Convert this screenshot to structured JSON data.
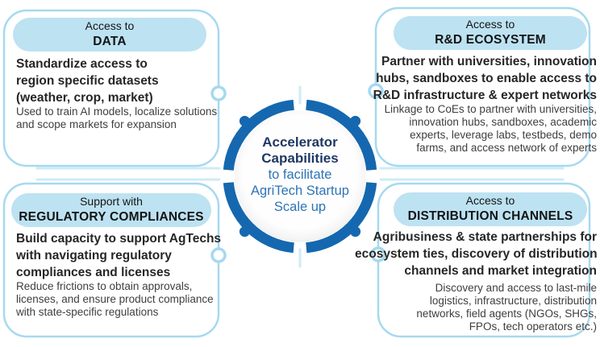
{
  "colors": {
    "ring_blue": "#1568af",
    "box_border_blue": "#a6d9f0",
    "pill_background": "#bde2f2",
    "connector_line_blue": "#cdebf8",
    "center_bold_text": "#1f3864",
    "center_regular_text": "#2e74b5",
    "body_bold_text": "#262626",
    "body_regular_text": "#3e3e3e"
  },
  "center": {
    "bold_lines": [
      "Accelerator",
      "Capabilities"
    ],
    "regular_lines": [
      "to facilitate",
      "AgriTech Startup",
      "Scale up"
    ]
  },
  "boxes": [
    {
      "id": "data",
      "header_sub": "Access to",
      "header_main": "DATA",
      "bold_lines": [
        "Standardize access to",
        "region specific datasets",
        "(weather, crop, market)"
      ],
      "regular_lines": [
        "Used to train AI models, localize solutions",
        "and scope markets for expansion"
      ]
    },
    {
      "id": "rd-ecosystem",
      "header_sub": "Access to",
      "header_main": "R&D ECOSYSTEM",
      "bold_lines": [
        "Partner with universities, innovation",
        "hubs, sandboxes to enable access to",
        "R&D infrastructure & expert networks"
      ],
      "regular_lines": [
        "Linkage to CoEs to partner with universities,",
        "innovation hubs, sandboxes, academic",
        "experts, leverage labs, testbeds, demo",
        "farms, and access network of experts"
      ]
    },
    {
      "id": "regulatory-compliances",
      "header_sub": "Support with",
      "header_main": "REGULATORY COMPLIANCES",
      "bold_lines": [
        "Build capacity to support AgTechs",
        "with navigating regulatory",
        "compliances and licenses"
      ],
      "regular_lines": [
        "Reduce frictions to obtain approvals,",
        "licenses, and ensure product compliance",
        "with state-specific regulations"
      ]
    },
    {
      "id": "distribution-channels",
      "header_sub": "Access to",
      "header_main": "DISTRIBUTION CHANNELS",
      "bold_lines": [
        "Agribusiness & state partnerships for",
        "ecosystem ties, discovery of distribution",
        "channels and market integration"
      ],
      "regular_lines": [
        "Discovery and access to last-mile",
        "logistics, infrastructure, distribution",
        "networks, field agents (NGOs, SHGs,",
        "FPOs, tech operators etc.)"
      ]
    }
  ]
}
